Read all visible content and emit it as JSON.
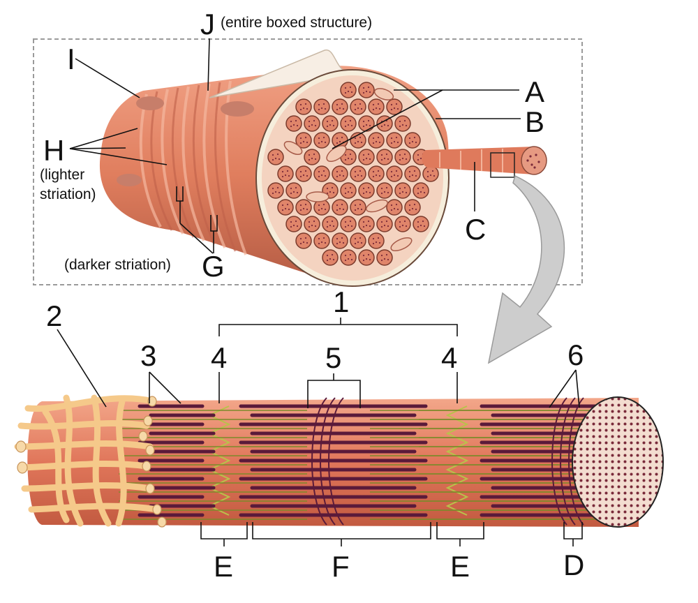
{
  "labels": {
    "A": "A",
    "B": "B",
    "C": "C",
    "D": "D",
    "E": "E",
    "F": "F",
    "G": "G",
    "H": "H",
    "I": "I",
    "J": "J",
    "n1": "1",
    "n2": "2",
    "n3": "3",
    "n4": "4",
    "n5": "5",
    "n6": "6"
  },
  "annotations": {
    "j_note": "(entire boxed structure)",
    "h_note_1": "(lighter",
    "h_note_2": "striation)",
    "g_note": "(darker striation)"
  },
  "colors": {
    "fiber": "#e08060",
    "fiber_dark": "#b85840",
    "myofibril": "#e6886a",
    "sarcolemma": "#f4ecd8",
    "thick_filament": "#5a1a3a",
    "thin_filament": "#7c8a2a",
    "tubule": "#f2b86c",
    "arrow": "#cccccc",
    "box_border": "#999999"
  }
}
